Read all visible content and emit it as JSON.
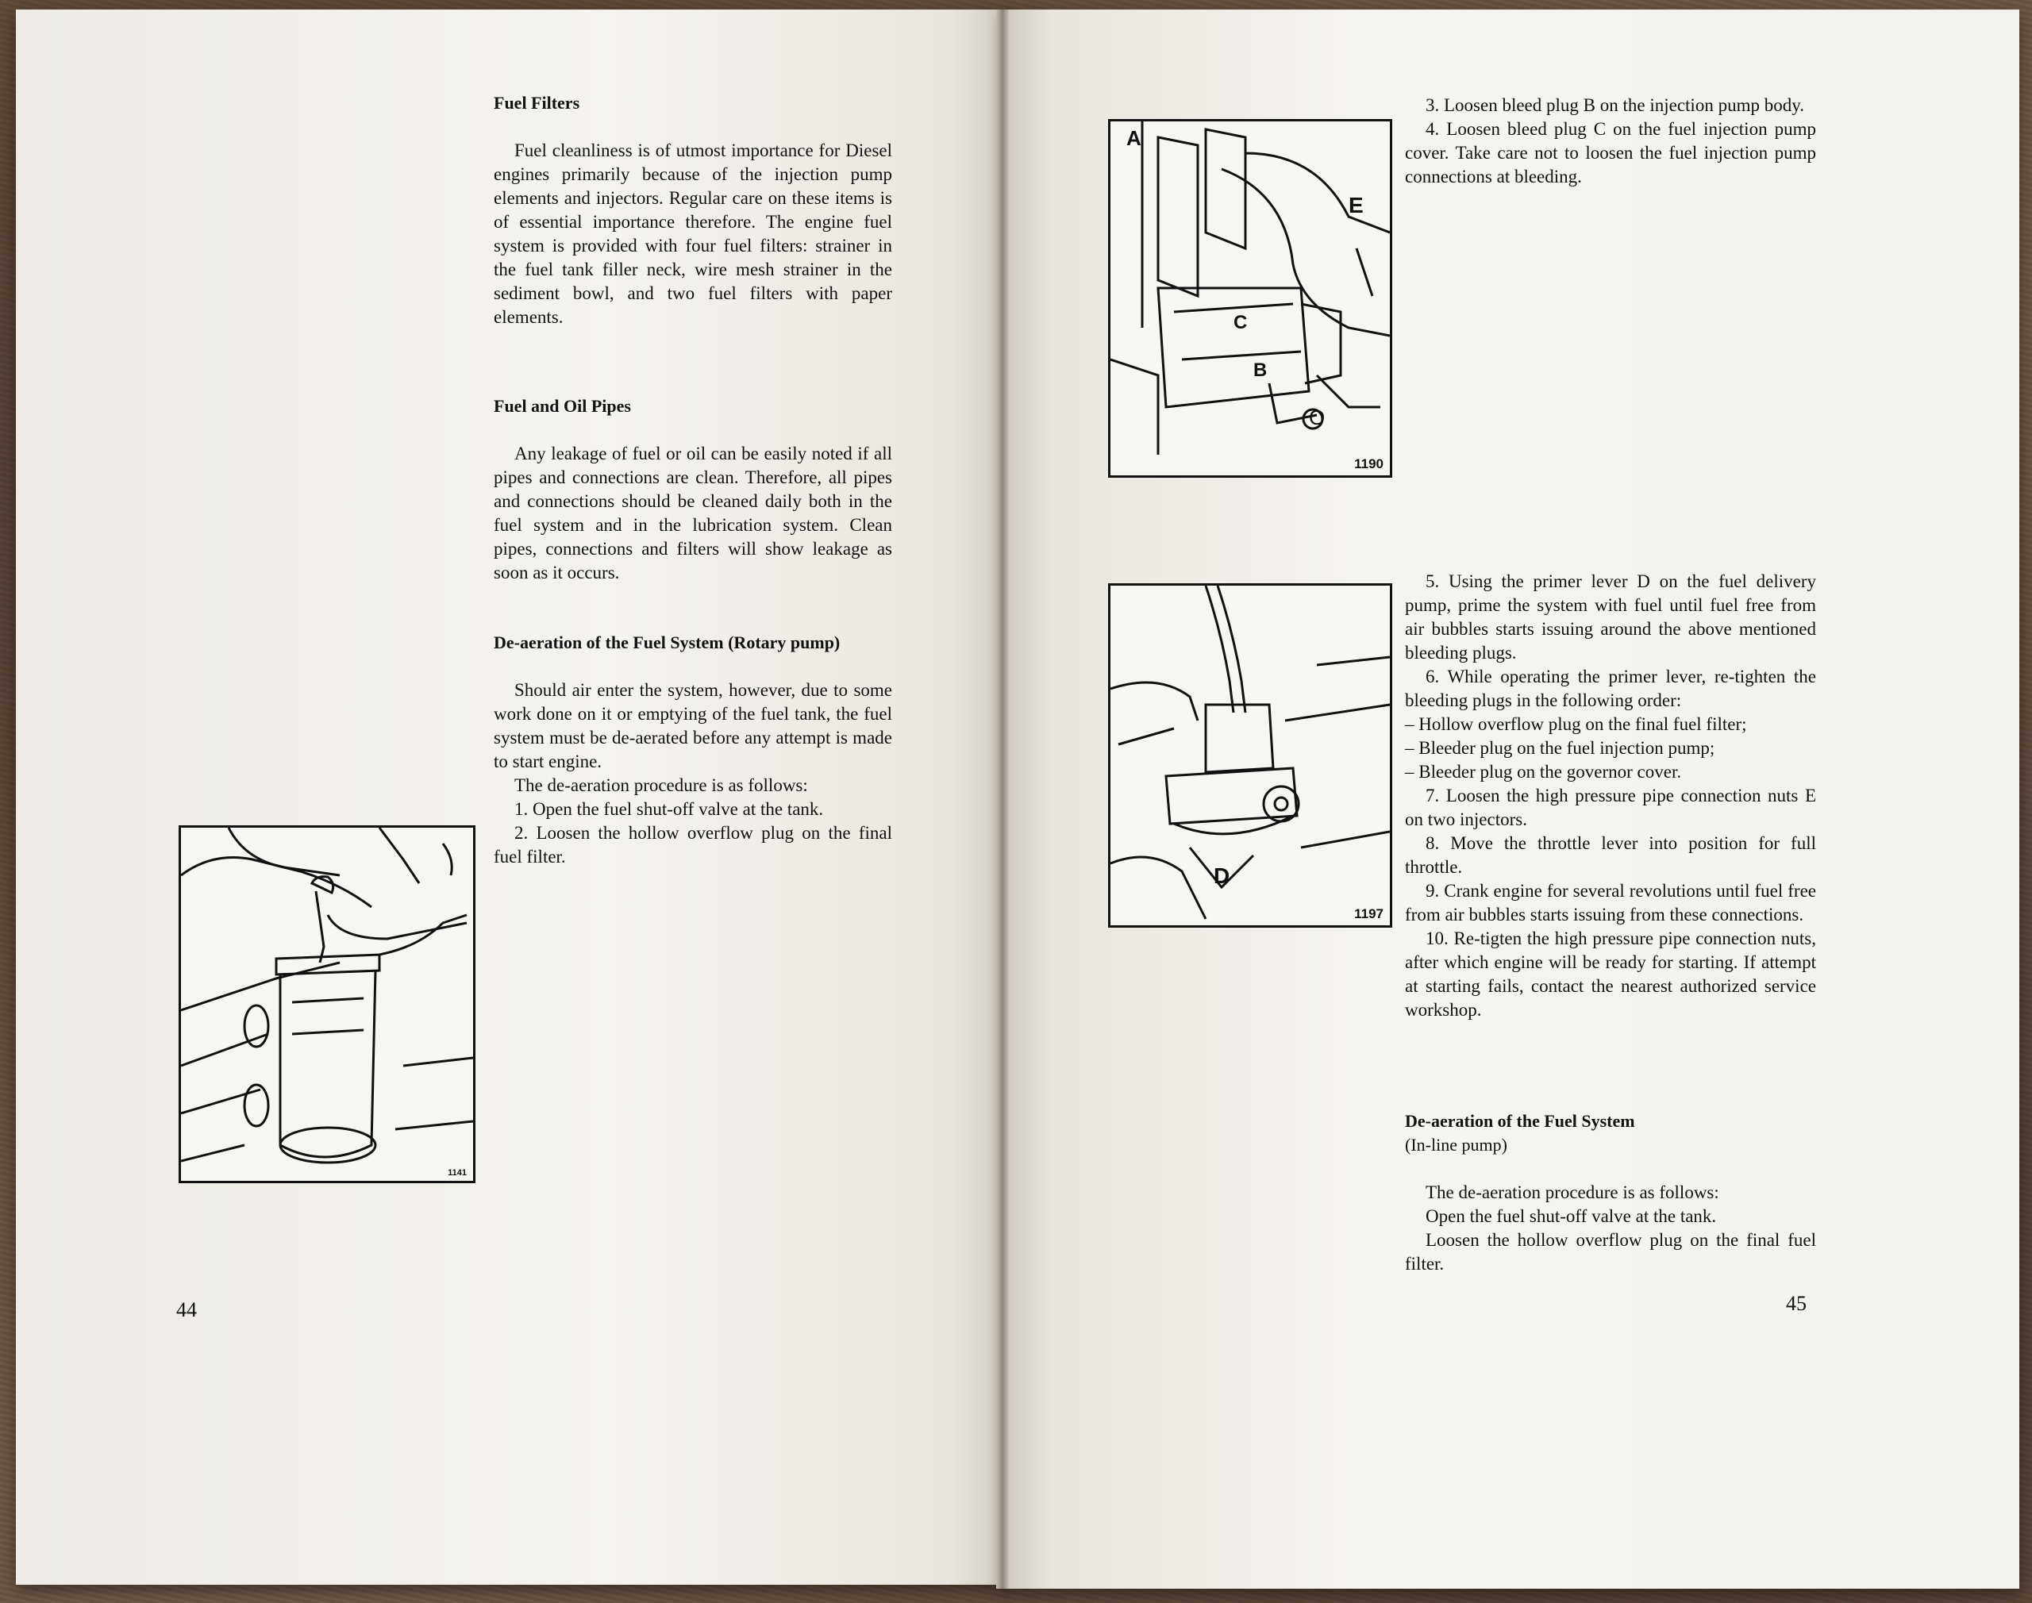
{
  "left_page": {
    "page_number": "44",
    "sections": [
      {
        "heading": "Fuel Filters",
        "paragraphs": [
          "Fuel cleanliness is of utmost importance for Diesel engines primarily because of the injection pump elements and injectors. Regular care on these items is of essential importance therefore. The engine fuel system is provided with four fuel filters: strainer in the fuel tank filler neck, wire mesh strainer in the sediment bowl, and two fuel filters with paper elements."
        ]
      },
      {
        "heading": "Fuel and Oil Pipes",
        "paragraphs": [
          "Any leakage of fuel or oil can be easily noted if all pipes and connections are clean. Therefore, all pipes and connections should be cleaned daily both in the fuel system and in the lubrication system. Clean pipes, connections and filters will show leakage as soon as it occurs."
        ]
      },
      {
        "heading": "De-aeration of the Fuel System (Rotary pump)",
        "paragraphs": [
          "Should air enter the system, however, due to some work done on it or emptying of the fuel tank, the fuel system must be de-aerated before any attempt is made to start engine.",
          "The de-aeration procedure is as follows:",
          "1. Open the fuel shut-off valve at the tank.",
          "2. Loosen the hollow overflow plug on the final fuel filter."
        ]
      }
    ],
    "figure": {
      "number": "1141",
      "icon": "fuel-filter-illustration"
    }
  },
  "right_page": {
    "page_number": "45",
    "steps_top": [
      "3. Loosen bleed plug B on the injection pump body.",
      "4. Loosen bleed plug C on the fuel injection pump cover. Take care not to loosen the fuel injection pump connections at bleeding."
    ],
    "steps_middle": [
      "5. Using the primer lever D on the fuel delivery pump, prime the system with fuel until fuel free from air bubbles starts issuing around the above mentioned bleeding plugs.",
      "6. While operating the primer lever, re-tighten the bleeding plugs in the following order:",
      "– Hollow overflow plug on the final fuel filter;",
      "– Bleeder plug on the fuel injection pump;",
      "– Bleeder plug on the governor cover.",
      "7. Loosen the high pressure pipe connection nuts E on two injectors.",
      "8. Move the throttle lever into position for full throttle.",
      "9. Crank engine for several revolutions until fuel free from air bubbles starts issuing from these connections.",
      "10. Re-tigten the high pressure pipe connection nuts, after which engine will be ready for starting. If attempt at starting fails, contact the nearest authorized service workshop."
    ],
    "section_bottom": {
      "heading_line1": "De-aeration of the Fuel System",
      "heading_line2": "(In-line pump)",
      "paragraphs": [
        "The de-aeration procedure is as follows:",
        "Open the fuel shut-off valve at the tank.",
        "Loosen the hollow overflow plug on the final fuel filter."
      ]
    },
    "figures": [
      {
        "number": "1190",
        "labels": [
          "A",
          "B",
          "C",
          "E",
          "O"
        ],
        "icon": "injection-pump-illustration"
      },
      {
        "number": "1197",
        "labels": [
          "D"
        ],
        "icon": "fuel-delivery-pump-illustration"
      }
    ]
  }
}
